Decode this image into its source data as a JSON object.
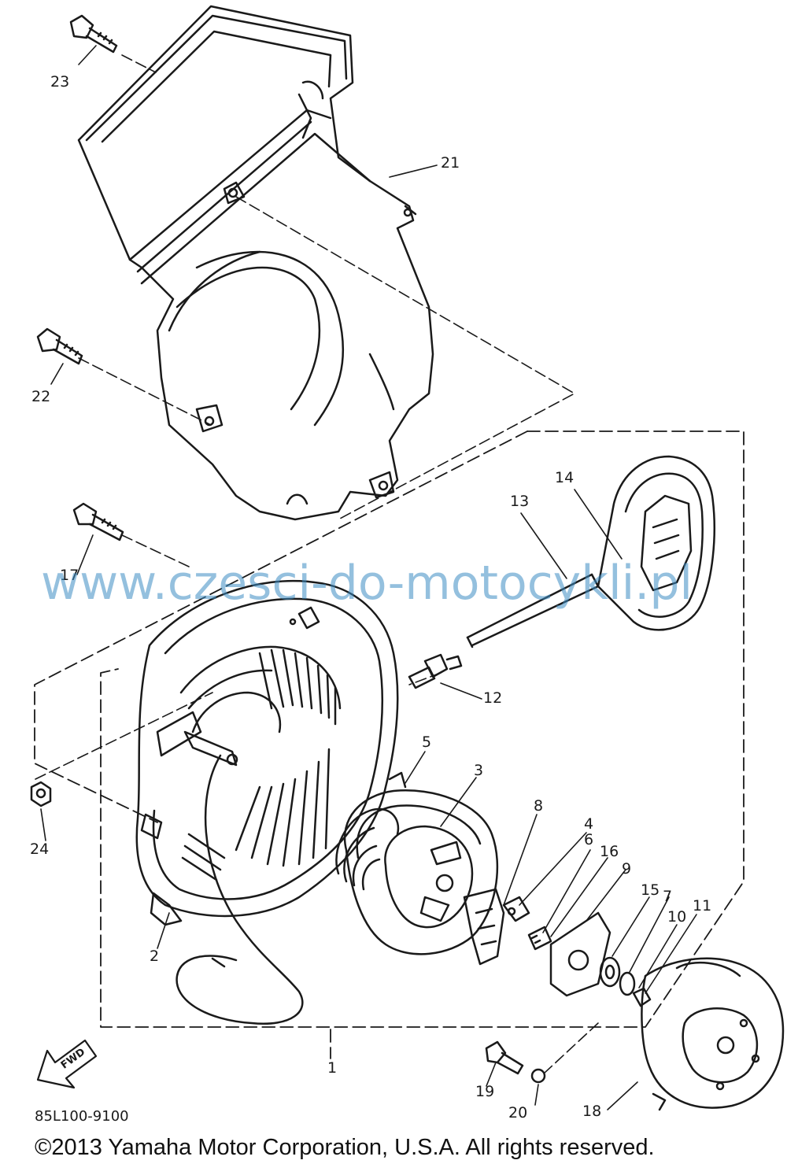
{
  "diagram": {
    "callouts": {
      "c1": "1",
      "c2": "2",
      "c3": "3",
      "c4": "4",
      "c5": "5",
      "c6": "6",
      "c7": "7",
      "c8": "8",
      "c9": "9",
      "c10": "10",
      "c11": "11",
      "c12": "12",
      "c13": "13",
      "c14": "14",
      "c15": "15",
      "c16": "16",
      "c17": "17",
      "c18": "18",
      "c19": "19",
      "c20": "20",
      "c21": "21",
      "c22": "22",
      "c23": "23",
      "c24": "24"
    },
    "direction_label": "FWD",
    "document_number": "85L100-9100"
  },
  "watermark": "www.czesci-do-motocykli.pl",
  "copyright": "©2013 Yamaha Motor Corporation, U.S.A. All rights reserved.",
  "colors": {
    "line": "#1a1a1a",
    "watermark": "#3c8cc3"
  }
}
